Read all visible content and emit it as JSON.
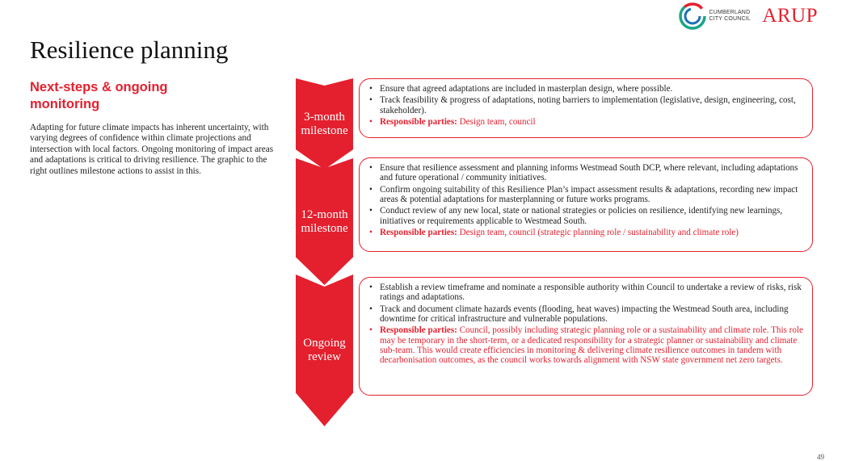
{
  "header": {
    "council_name_line1": "CUMBERLAND",
    "council_name_line2": "CITY COUNCIL",
    "brand": "ARUP"
  },
  "title": "Resilience planning",
  "subheading": "Next-steps & ongoing monitoring",
  "intro": "Adapting for future climate impacts has inherent uncertainty, with varying degrees of confidence within climate projections and intersection with local factors. Ongoing monitoring of impact areas and adaptations is critical to driving resilience. The graphic to the right outlines milestone actions to assist in this.",
  "milestones": [
    {
      "label_line1": "3-month",
      "label_line2": "milestone",
      "bullets": [
        "Ensure that agreed adaptations are included in masterplan design, where possible.",
        "Track feasibility & progress of adaptations, noting barriers to implementation (legislative, design, engineering, cost, stakeholder)."
      ],
      "responsible_label": "Responsible parties:",
      "responsible_text": " Design team, council"
    },
    {
      "label_line1": "12-month",
      "label_line2": "milestone",
      "bullets": [
        "Ensure that resilience assessment and planning informs Westmead South DCP, where relevant, including adaptations and future operational / community initiatives.",
        "Confirm ongoing suitability of this Resilience Plan’s impact assessment results & adaptations, recording new impact areas & potential adaptations for masterplanning or future works programs.",
        "Conduct review of any new local, state or national strategies or policies on resilience, identifying new learnings, initiatives or requirements applicable to Westmead South."
      ],
      "responsible_label": "Responsible parties:",
      "responsible_text": " Design team, council (strategic planning role / sustainability and climate role)"
    },
    {
      "label_line1": "Ongoing",
      "label_line2": "review",
      "bullets": [
        "Establish a review timeframe and nominate a responsible authority within Council to undertake a review of risks, risk ratings and adaptations.",
        "Track and document climate hazards events (flooding, heat waves) impacting the Westmead South area, including downtime for critical infrastructure and vulnerable populations."
      ],
      "responsible_label": "Responsible parties:",
      "responsible_text": " Council, possibly including strategic planning role or a sustainability and climate role. This role may be temporary in the short-term, or a dedicated responsibility for a strategic planner or sustainability and climate sub-team. This would create efficiencies in monitoring & delivering climate resilience outcomes in tandem with decarbonisation outcomes, as the council works towards alignment with NSW state government net zero targets."
    }
  ],
  "page_number": "49",
  "colors": {
    "accent": "#e4202e",
    "logo_green": "#1aa58a",
    "logo_blue": "#1d6fb8"
  }
}
